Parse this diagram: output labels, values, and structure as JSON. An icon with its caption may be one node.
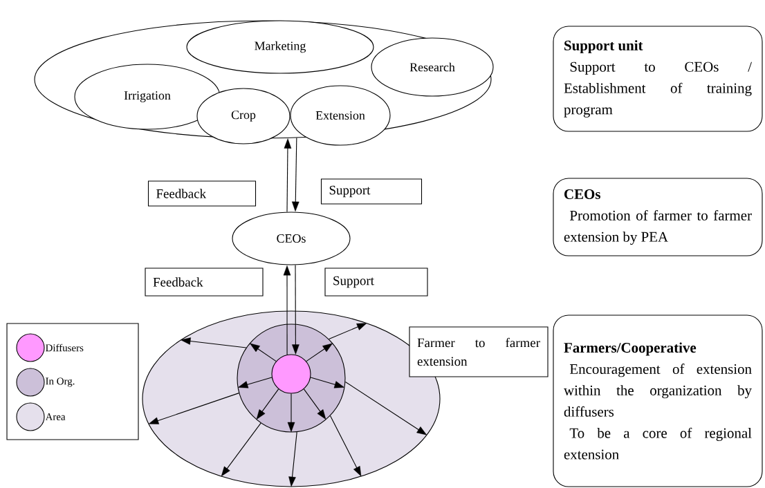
{
  "diagram": {
    "nodes": [
      {
        "text": [],
        "shape": "ellipse"
      },
      {
        "text": [
          "Marketing"
        ],
        "in": 0
      },
      {
        "text": [
          "Research"
        ],
        "in": 0
      },
      {
        "text": [
          "Irrigation"
        ],
        "in": 0
      },
      {
        "text": [
          "Crop"
        ],
        "in": 0
      },
      {
        "text": [
          "Extension"
        ],
        "in": 0
      },
      {
        "text": [
          "Feedback"
        ]
      },
      {
        "text": [
          "Support"
        ]
      },
      {
        "text": [
          "CEOs"
        ]
      },
      {
        "text": [
          "Feedback"
        ]
      },
      {
        "text": [
          "Support"
        ]
      },
      {
        "text": [],
        "shape": "ellipse"
      },
      {
        "text": [],
        "shape": "circle",
        "in": 11
      },
      {
        "text": [],
        "shape": "circle",
        "in": 12
      },
      {
        "text": [
          "Farmer to farmer extension"
        ]
      },
      {
        "text": [
          "Support unit",
          "Support to CEOs / Establishment of training program"
        ]
      },
      {
        "text": [
          "CEOs",
          "Promotion of farmer to farmer extension by PEA"
        ]
      },
      {
        "text": [
          "Farmers/Cooperative",
          "Encouragement of extension within the organization by diffusers",
          "To be a core of regional extension"
        ]
      }
    ],
    "edges": [
      {
        "from": 8,
        "to": 0,
        "arrow": "to"
      },
      {
        "from": 0,
        "to": 8,
        "arrow": "to"
      },
      {
        "from": 13,
        "to": 8,
        "arrow": "to"
      },
      {
        "from": 8,
        "to": 13,
        "arrow": "to"
      },
      {
        "from": 13,
        "to": 12,
        "arrow": "to"
      },
      {
        "from": 13,
        "to": 12,
        "arrow": "to"
      },
      {
        "from": 13,
        "to": 12,
        "arrow": "to"
      },
      {
        "from": 13,
        "to": 12,
        "arrow": "to"
      },
      {
        "from": 13,
        "to": 12,
        "arrow": "to"
      },
      {
        "from": 13,
        "to": 12,
        "arrow": "to"
      },
      {
        "from": 13,
        "to": 12,
        "arrow": "to"
      },
      {
        "from": 12,
        "to": 11,
        "arrow": "to"
      },
      {
        "from": 12,
        "to": 11,
        "arrow": "to"
      },
      {
        "from": 12,
        "to": 11,
        "arrow": "to"
      },
      {
        "from": 12,
        "to": 11,
        "arrow": "to"
      },
      {
        "from": 12,
        "to": 11,
        "arrow": "to"
      },
      {
        "from": 12,
        "to": 11,
        "arrow": "to"
      },
      {
        "from": 12,
        "to": 11,
        "arrow": "to"
      }
    ],
    "legend": [
      {
        "text": "Diffusers",
        "color": "#ff99ff"
      },
      {
        "text": "In Org.",
        "color": "#ccc0d9"
      },
      {
        "text": "Area",
        "color": "#e5e0ec"
      }
    ]
  }
}
